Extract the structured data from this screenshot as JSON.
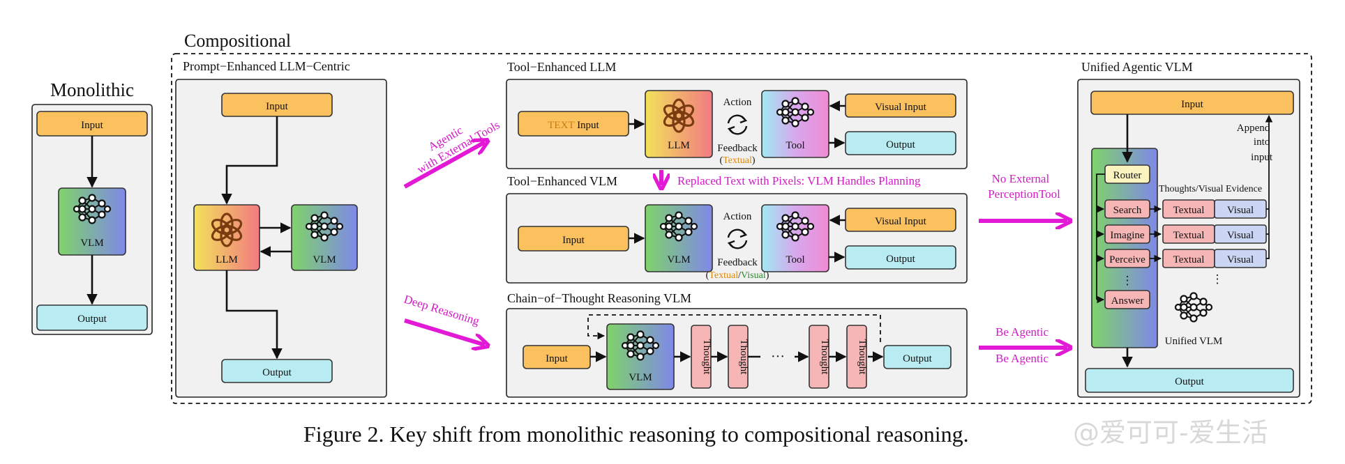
{
  "colors": {
    "input": "#fbc15f",
    "output": "#b9ecf2",
    "thought": "#f6b6b6",
    "router": "#fbf3c0",
    "accent_magenta": "#e21ad6",
    "textual_orange": "#d98a16",
    "visual_green": "#2f8a2f"
  },
  "icons": {
    "llm": "openai-knot-icon",
    "vlm": "neural-network-icon",
    "tool": "neural-network-icon",
    "cycle": "refresh-cycle-icon"
  },
  "monolithic": {
    "title": "Monolithic",
    "input": "Input",
    "model": "VLM",
    "output": "Output"
  },
  "compositional": {
    "title": "Compositional"
  },
  "prompt_enhanced": {
    "title": "Prompt−Enhanced LLM−Centric",
    "input": "Input",
    "llm": "LLM",
    "vlm": "VLM",
    "output": "Output"
  },
  "tool_llm": {
    "title": "Tool−Enhanced LLM",
    "input_prefix": "TEXT",
    "input_suffix": "Input",
    "llm": "LLM",
    "action": "Action",
    "feedback": "Feedback",
    "feedback_open": "(",
    "feedback_type": "Textual",
    "feedback_close": ")",
    "tool": "Tool",
    "visual_input": "Visual Input",
    "output": "Output"
  },
  "tool_vlm": {
    "title": "Tool−Enhanced VLM",
    "input": "Input",
    "vlm": "VLM",
    "action": "Action",
    "feedback": "Feedback",
    "feedback_open": "(",
    "feedback_textual": "Textual",
    "feedback_sep": "/",
    "feedback_visual": "Visual",
    "feedback_close": ")",
    "tool": "Tool",
    "visual_input": "Visual Input",
    "output": "Output"
  },
  "cot_vlm": {
    "title": "Chain−of−Thought Reasoning VLM",
    "input": "Input",
    "vlm": "VLM",
    "thought": "Thought",
    "ellipsis": "···",
    "output": "Output"
  },
  "unified": {
    "title": "Unified Agentic VLM",
    "input": "Input",
    "append_lines": [
      "Append",
      "into",
      "input"
    ],
    "router": "Router",
    "evidence_header": "Thoughts/Visual Evidence",
    "actions": [
      "Search",
      "Imagine",
      "Perceive"
    ],
    "action_ellipsis": "⋮",
    "answer": "Answer",
    "textual": "Textual",
    "visual": "Visual",
    "evidence_ellipsis": "⋮",
    "model_label": "Unified VLM",
    "output": "Output"
  },
  "transitions": {
    "agentic_line1": "Agentic",
    "agentic_line2": "with External Tools",
    "replaced": "Replaced Text with Pixels: VLM Handles Planning",
    "deep_reasoning": "Deep Reasoning",
    "no_external_line1": "No External",
    "no_external_line2": "PerceptionTool",
    "be_agentic_1": "Be Agentic",
    "be_agentic_2": "Be Agentic"
  },
  "caption": "Figure 2. Key shift from monolithic reasoning to compositional reasoning.",
  "watermark": "@爱可可-爱生活"
}
